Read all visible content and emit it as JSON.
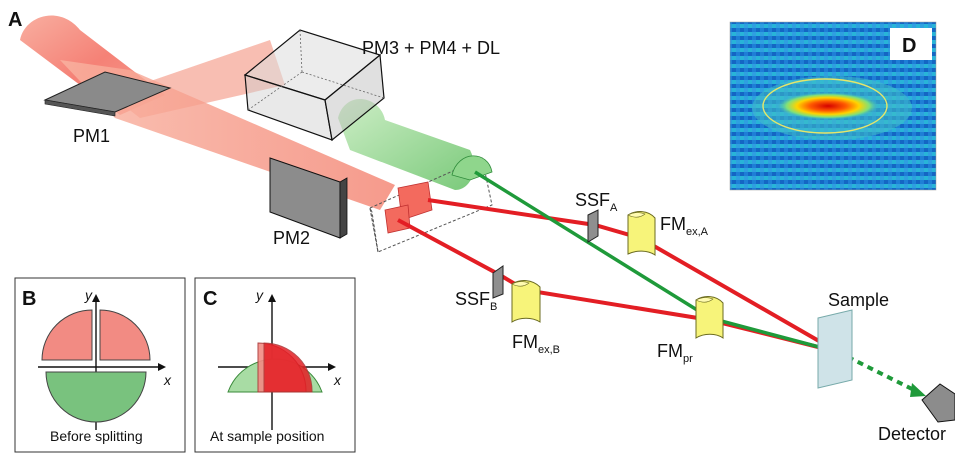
{
  "panels": {
    "a": "A",
    "b": "B",
    "c": "C",
    "d": "D"
  },
  "labels": {
    "pm1": "PM1",
    "pm2": "PM2",
    "pm34dl": "PM3 + PM4 + DL",
    "ssf": "SSF",
    "ssf_a_sub": "A",
    "ssf_b_sub": "B",
    "fm": "FM",
    "fm_ex_a_sub": "ex,A",
    "fm_ex_b_sub": "ex,B",
    "fm_pr_sub": "pr",
    "sample": "Sample",
    "detector": "Detector"
  },
  "inset_b": {
    "caption": "Before splitting",
    "x_axis": "x",
    "y_axis": "y"
  },
  "inset_c": {
    "caption": "At sample position",
    "x_axis": "x",
    "y_axis": "y"
  },
  "colors": {
    "red_beam": "#e31e24",
    "green_beam": "#1f9a3a",
    "red_soft": "#f4a59a",
    "green_soft": "#8fd08f",
    "mirror_yellow": "#f7f47a",
    "sample_blue": "#cfe3e8"
  }
}
